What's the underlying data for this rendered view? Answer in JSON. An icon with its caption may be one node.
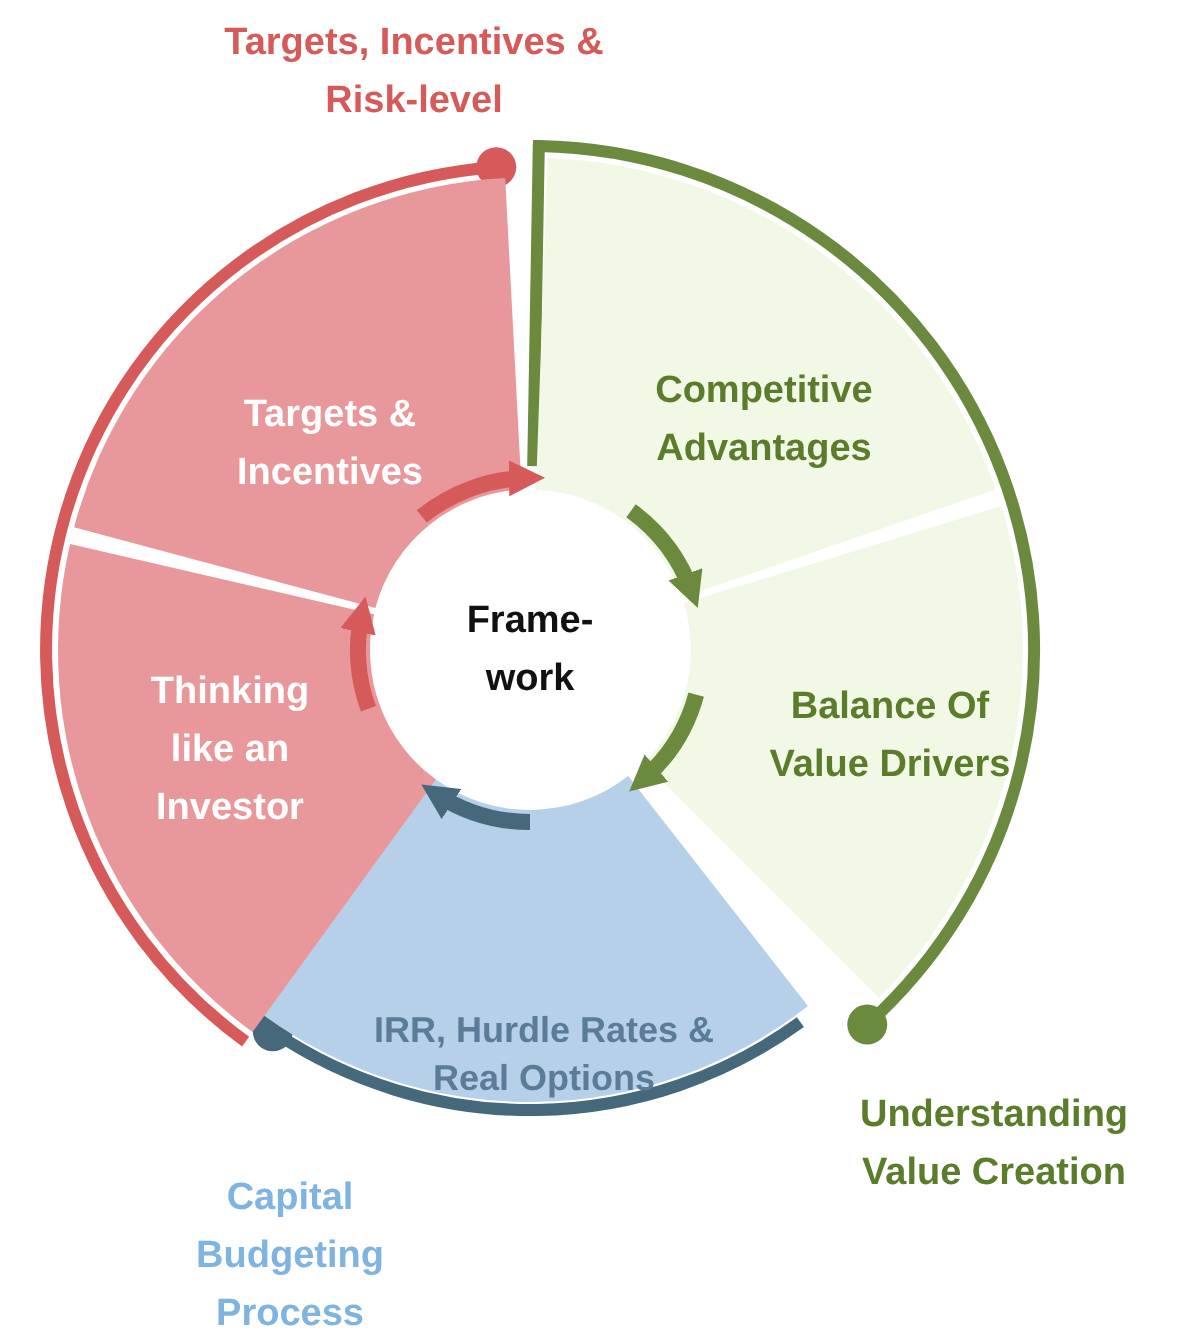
{
  "diagram": {
    "nodes": [
      {
        "text": [
          "Frame-work"
        ]
      },
      {
        "text": [
          "Targets & Incentives"
        ]
      },
      {
        "text": [
          "Competitive Advantages"
        ]
      },
      {
        "text": [
          "Balance Of Value Drivers"
        ]
      },
      {
        "text": [
          "IRR, Hurdle Rates & Real Options"
        ]
      },
      {
        "text": [
          "Thinking like an Investor"
        ]
      }
    ],
    "edges": [
      {
        "from": 5,
        "to": 1,
        "arrow": "to",
        "color": "#d65a5a"
      },
      {
        "from": 1,
        "to": 2,
        "arrow": "to",
        "color": "#d65a5a"
      },
      {
        "from": 2,
        "to": 3,
        "arrow": "to",
        "color": "#6b8a3e"
      },
      {
        "from": 3,
        "to": 4,
        "arrow": "to",
        "color": "#6b8a3e"
      },
      {
        "from": 4,
        "to": 5,
        "arrow": "to",
        "color": "#45687a"
      }
    ],
    "labels": [
      "Targets, Incentives & Risk-level",
      "Understanding Value Creation",
      "Capital Budgeting Process"
    ]
  }
}
